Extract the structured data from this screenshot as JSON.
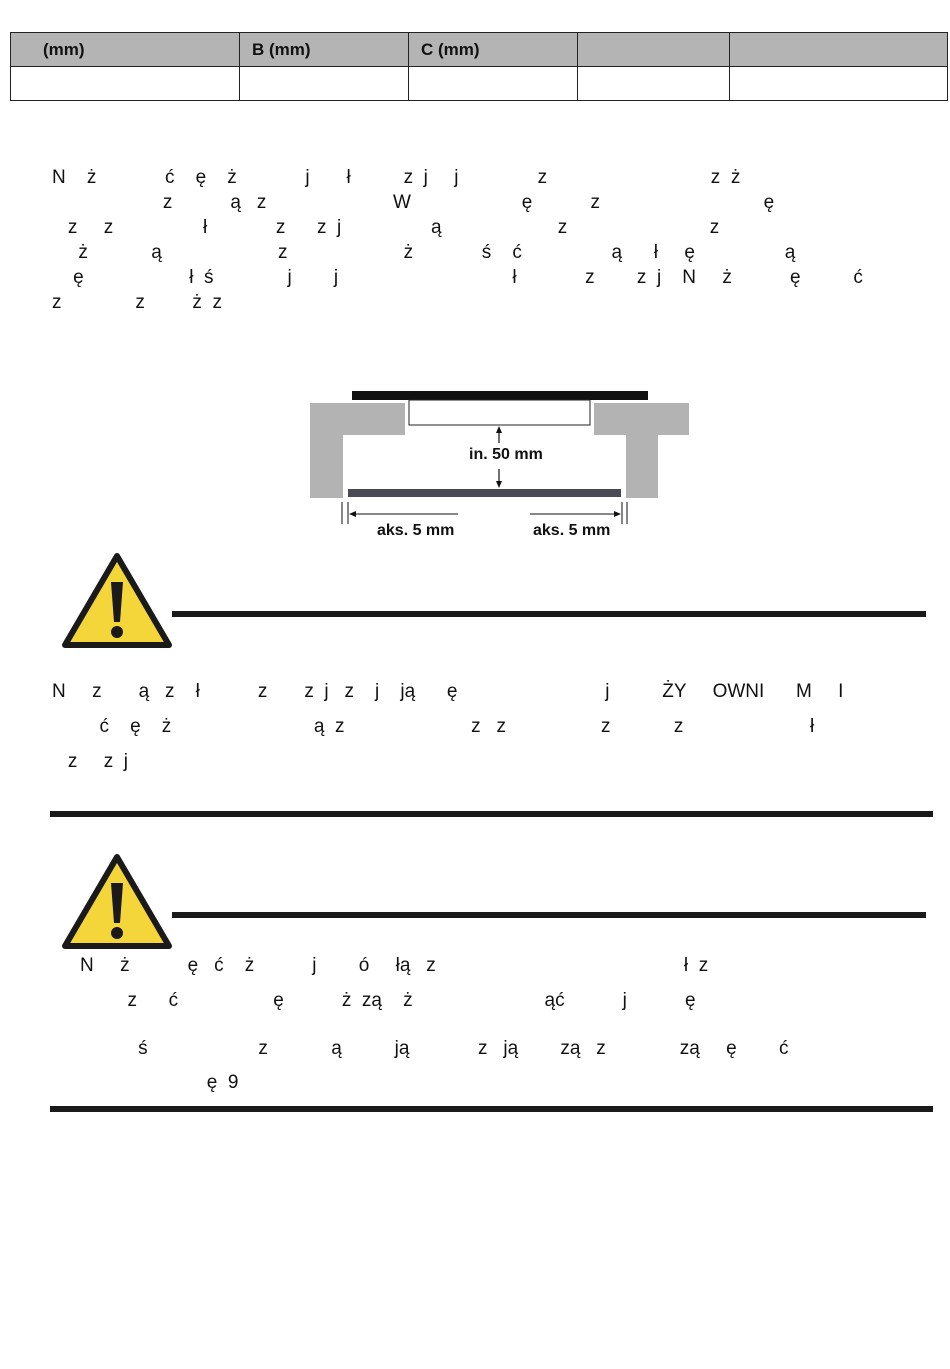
{
  "table": {
    "headers": [
      "(mm)",
      "B (mm)",
      "C (mm)",
      "",
      ""
    ],
    "row": [
      "",
      "",
      "",
      "",
      ""
    ]
  },
  "intro_lines": [
    "N    ż             ć    ę    ż             j       ł          z  j     j               z                               z  ż",
    "                     z           ą   z                        W                     ę           z                               ę",
    "   z     z                 ł             z      z  j                 ą                      z                           z",
    "     ż            ą                      z                      ż             ś    ć                 ą      ł     ę                 ą",
    "    ę                    ł  ś              j        j                                 ł             z        z  j    N     ż           ę          ć",
    "z              z         ż  z"
  ],
  "diagram": {
    "gap_label": "in. 50 mm",
    "left_label": "aks. 5 mm",
    "right_label": "aks. 5 mm"
  },
  "warning1_lines": [
    "N     z       ą   z    ł           z       z  j   z    j    ją      ę                            j          ŻY     OWNI      M     I",
    "         ć    ę    ż                           ą  z                        z   z                  z            z                        ł",
    "   z     z  j"
  ],
  "warning2_lines": [
    "N     ż           ę   ć    ż           j        ó     łą   z                                               ł  z",
    "         z      ć                  ę           ż  zą    ż                         ąć           j           ę",
    "           ś                     z            ą          ją             z   ją        zą   z              zą     ę        ć",
    "                        ę  9"
  ],
  "colors": {
    "header_bg": "#b4b4b4",
    "wall_gray": "#b3b3b3",
    "warning_yellow": "#f4d63a",
    "rule_black": "#1a1a1a"
  }
}
